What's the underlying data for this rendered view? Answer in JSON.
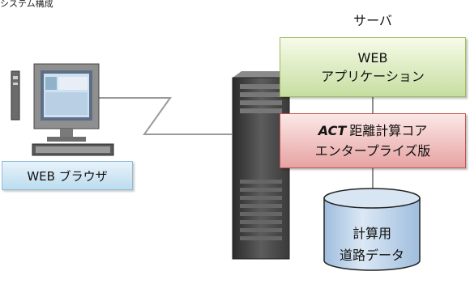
{
  "top_cut_text": "システム構成",
  "server_label": "サーバ",
  "webapp_box": {
    "line1": "WEB",
    "line2": "アプリケーション"
  },
  "act_box": {
    "line1_bold": "ACT",
    "line1_rest": "距離計算コア",
    "line2": "エンタープライズ版"
  },
  "browser_box": {
    "label": "WEB ブラウザ"
  },
  "database": {
    "line1": "計算用",
    "line2": "道路データ"
  },
  "colors": {
    "webapp_fill": "#d6e8b8",
    "webapp_border": "#9bbb59",
    "act_fill": "#efc4c3",
    "act_border": "#c0504d",
    "browser_fill": "#cfe6f4",
    "database_fill": "#c9dbee"
  }
}
